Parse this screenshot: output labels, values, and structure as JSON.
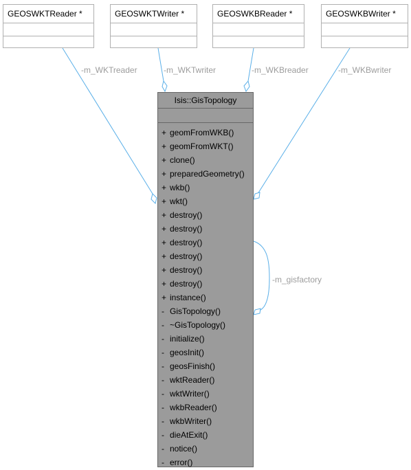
{
  "edge_color": "#5aafe8",
  "main_class": {
    "name": "Isis::GisTopology",
    "operations": [
      {
        "vis": "+",
        "name": "geomFromWKB()"
      },
      {
        "vis": "+",
        "name": "geomFromWKT()"
      },
      {
        "vis": "+",
        "name": "clone()"
      },
      {
        "vis": "+",
        "name": "preparedGeometry()"
      },
      {
        "vis": "+",
        "name": "wkb()"
      },
      {
        "vis": "+",
        "name": "wkt()"
      },
      {
        "vis": "+",
        "name": "destroy()"
      },
      {
        "vis": "+",
        "name": "destroy()"
      },
      {
        "vis": "+",
        "name": "destroy()"
      },
      {
        "vis": "+",
        "name": "destroy()"
      },
      {
        "vis": "+",
        "name": "destroy()"
      },
      {
        "vis": "+",
        "name": "destroy()"
      },
      {
        "vis": "+",
        "name": "instance()"
      },
      {
        "vis": "-",
        "name": "GisTopology()"
      },
      {
        "vis": "-",
        "name": "~GisTopology()"
      },
      {
        "vis": "-",
        "name": "initialize()"
      },
      {
        "vis": "-",
        "name": "geosInit()"
      },
      {
        "vis": "-",
        "name": "geosFinish()"
      },
      {
        "vis": "-",
        "name": "wktReader()"
      },
      {
        "vis": "-",
        "name": "wktWriter()"
      },
      {
        "vis": "-",
        "name": "wkbReader()"
      },
      {
        "vis": "-",
        "name": "wkbWriter()"
      },
      {
        "vis": "-",
        "name": "dieAtExit()"
      },
      {
        "vis": "-",
        "name": "notice()"
      },
      {
        "vis": "-",
        "name": "error()"
      }
    ]
  },
  "classes": [
    {
      "name": "GEOSWKTReader *"
    },
    {
      "name": "GEOSWKTWriter *"
    },
    {
      "name": "GEOSWKBReader *"
    },
    {
      "name": "GEOSWKBWriter *"
    }
  ],
  "edge_labels": {
    "wktreader": "-m_WKTreader",
    "wktwriter": "-m_WKTwriter",
    "wkbreader": "-m_WKBreader",
    "wkbwriter": "-m_WKBwriter",
    "gisfactory": "-m_gisfactory"
  }
}
